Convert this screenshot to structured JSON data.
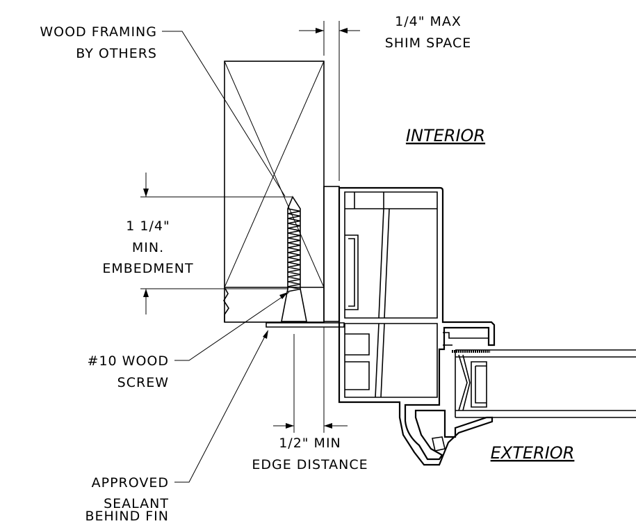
{
  "labels": {
    "wood_framing": [
      "WOOD FRAMING",
      "BY OTHERS"
    ],
    "shim_space": [
      "1/4\" MAX",
      "SHIM SPACE"
    ],
    "interior": "INTERIOR",
    "exterior": "EXTERIOR",
    "embedment": [
      "1 1/4\"",
      "MIN.",
      "EMBEDMENT"
    ],
    "wood_screw": [
      "#10 WOOD",
      "SCREW"
    ],
    "edge_distance": [
      "1/2\" MIN",
      "EDGE DISTANCE"
    ],
    "sealant": [
      "APPROVED",
      "SEALANT",
      "BEHIND FIN"
    ]
  },
  "colors": {
    "ink": "#000000",
    "background": "#ffffff"
  }
}
